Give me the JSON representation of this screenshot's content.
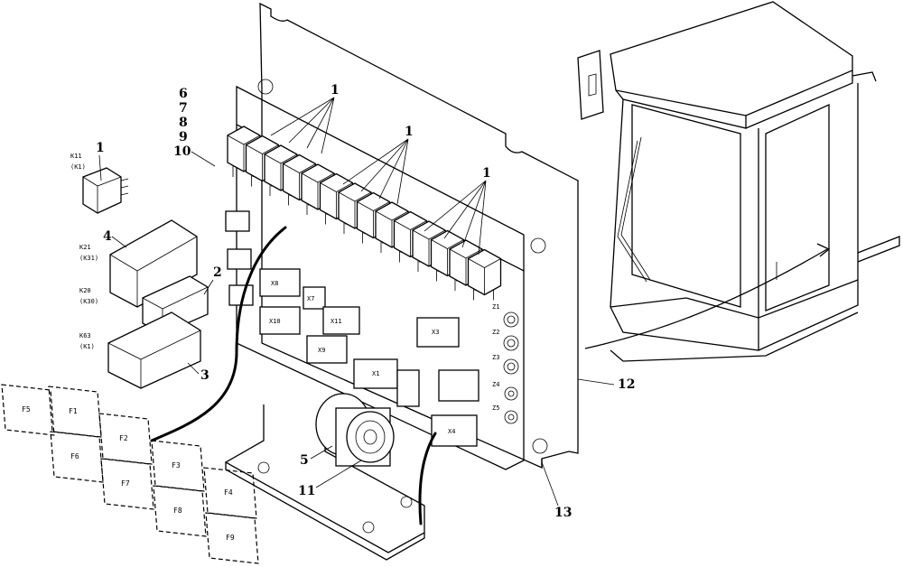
{
  "callouts": {
    "c1_loose": "1",
    "c1_top": "1",
    "c1_mid": "1",
    "c1_right": "1",
    "c2": "2",
    "c3": "3",
    "c4": "4",
    "c5": "5",
    "c6": "6",
    "c7": "7",
    "c8": "8",
    "c9": "9",
    "c10": "10",
    "c11": "11",
    "c12": "12",
    "c13": "13"
  },
  "relay_labels": {
    "k11": "K11",
    "k11_sub": "(K1)",
    "k21": "K21",
    "k21_sub": "(K31)",
    "k20": "K20",
    "k20_sub": "(K30)",
    "k63": "K63",
    "k63_sub": "(K1)"
  },
  "fuses": [
    "F5",
    "F1",
    "F6",
    "F2",
    "F7",
    "F3",
    "F8",
    "F4",
    "F9"
  ],
  "connectors": {
    "x8": "X8",
    "x10": "X10",
    "x7": "X7",
    "x9": "X9",
    "x11": "X11",
    "x1": "X1",
    "x3": "X3",
    "x4": "X4",
    "z1": "Z1",
    "z2": "Z2",
    "z3": "Z3",
    "z4": "Z4",
    "z5": "Z5"
  }
}
